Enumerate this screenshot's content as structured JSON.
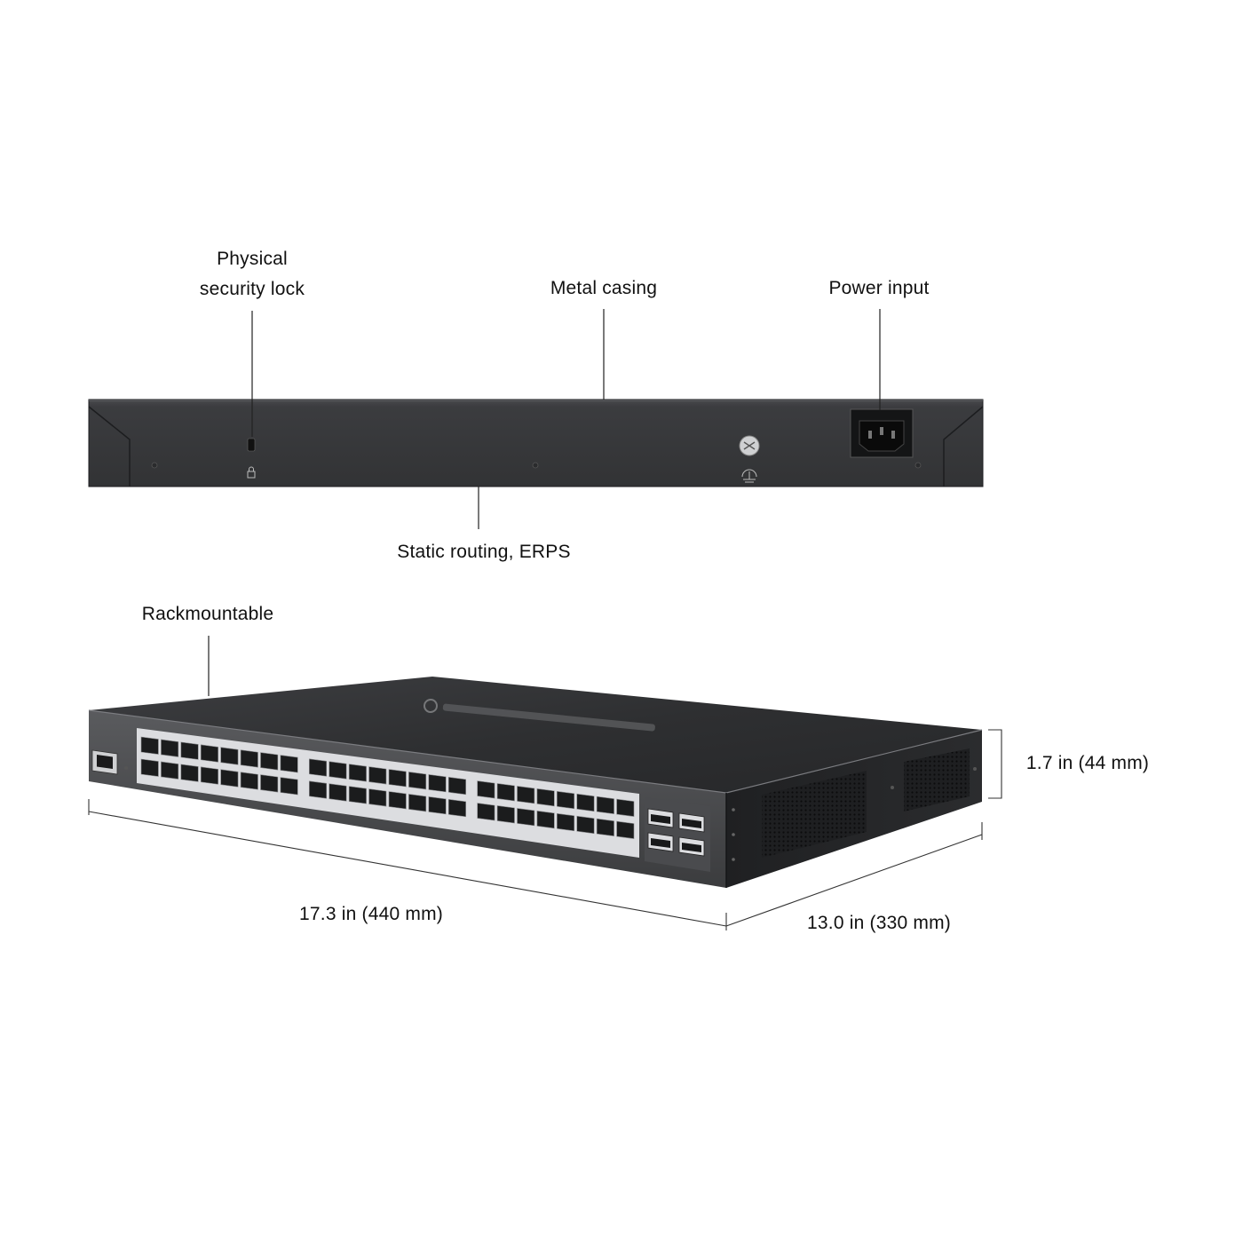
{
  "callouts": {
    "security_lock_line1": "Physical",
    "security_lock_line2": "security lock",
    "metal_casing": "Metal casing",
    "power_input": "Power input",
    "static_routing": "Static routing, ERPS",
    "rackmountable": "Rackmountable"
  },
  "dimensions": {
    "height": "1.7 in (44 mm)",
    "width": "17.3 in (440 mm)",
    "depth": "13.0 in (330 mm)"
  },
  "colors": {
    "background": "#ffffff",
    "casing": "#3a3b3d",
    "casing_dark": "#2a2b2d",
    "port_panel": "#d9dadc",
    "leader_line": "#222222"
  },
  "icons": {
    "lock": "lock-icon",
    "ground": "ground-icon",
    "power_socket": "power-socket-icon",
    "brand_logo": "brand-logo"
  }
}
